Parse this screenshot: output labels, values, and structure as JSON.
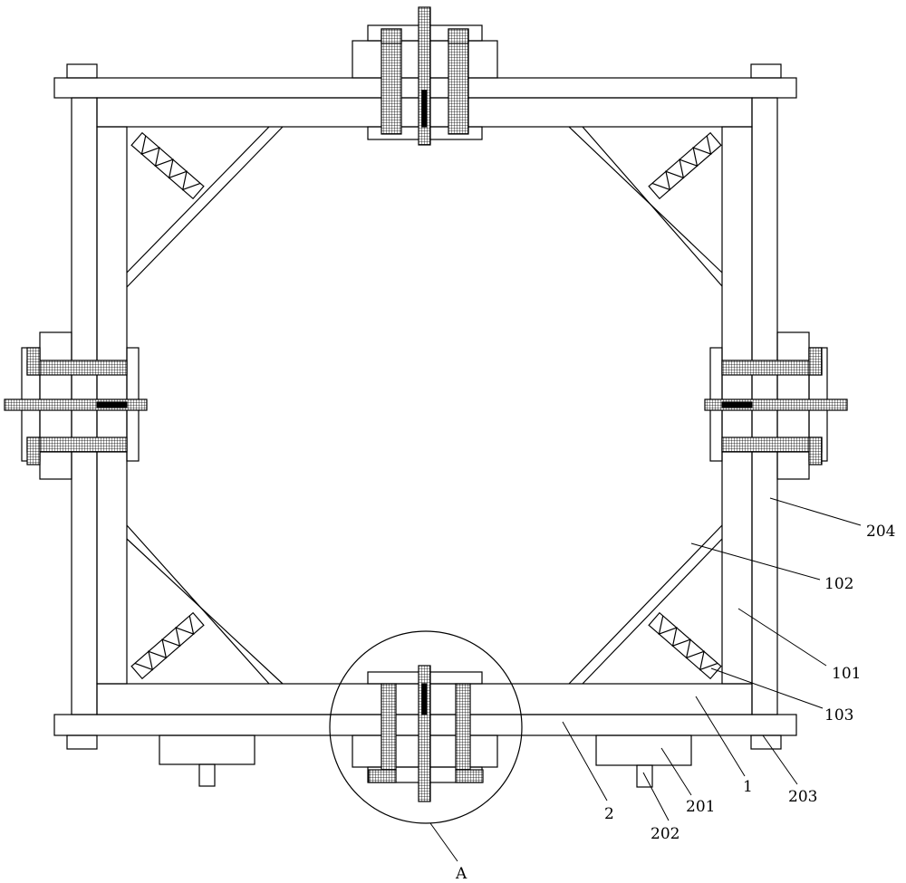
{
  "labels": {
    "l204": "204",
    "l102": "102",
    "l101": "101",
    "l103": "103",
    "l203": "203",
    "l1": "1",
    "l201": "201",
    "l2": "2",
    "l202": "202",
    "lA": "A"
  },
  "colors": {
    "stroke": "#000000",
    "background": "#ffffff"
  }
}
